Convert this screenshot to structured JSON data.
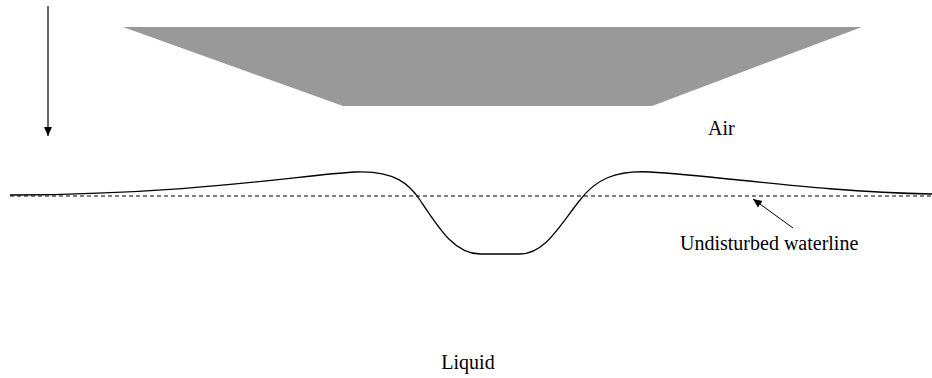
{
  "diagram": {
    "labels": [
      "Air",
      "Undisturbed waterline",
      "Liquid"
    ]
  }
}
